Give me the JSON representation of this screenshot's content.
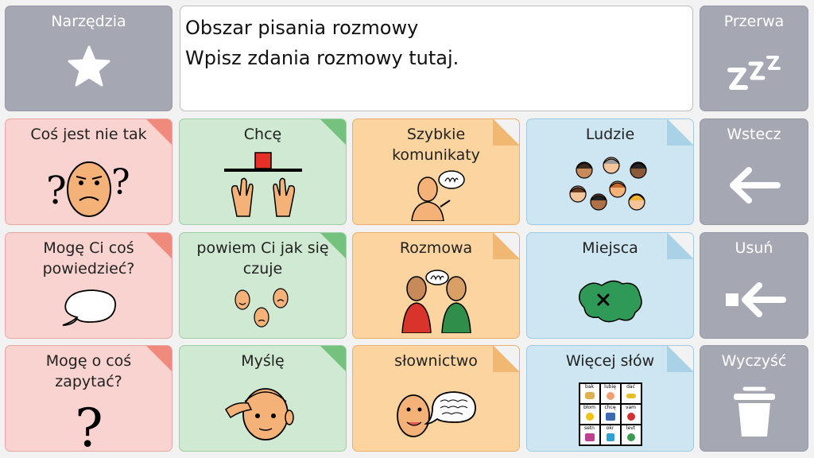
{
  "toolbar": {
    "tools_label": "Narzędzia",
    "pause_label": "Przerwa",
    "back_label": "Wstecz",
    "delete_label": "Usuń",
    "clear_label": "Wyczyść"
  },
  "message_area": {
    "line1": "Obszar pisania rozmowy",
    "line2": "Wpisz zdania rozmowy tutaj."
  },
  "grid": {
    "r1": [
      "Coś jest nie tak",
      "Chcę",
      "Szybkie komunikaty",
      "Ludzie"
    ],
    "r2": [
      "Mogę Ci coś powiedzieć?",
      "powiem Ci jak się czuje",
      "Rozmowa",
      "Miejsca"
    ],
    "r3": [
      "Mogę o coś zapytać?",
      "Myślę",
      "słownictwo",
      "Więcej słów"
    ]
  },
  "mini_grid": [
    "bak",
    "lubię",
    "dać",
    "błom",
    "chcę",
    "vam",
    "setn",
    "okr",
    "levt"
  ],
  "colors": {
    "gray": "#a5a8b3",
    "red": "#f8d3cf",
    "green": "#cfe9d2",
    "orange": "#fcd4a0",
    "blue": "#cde6f2"
  }
}
